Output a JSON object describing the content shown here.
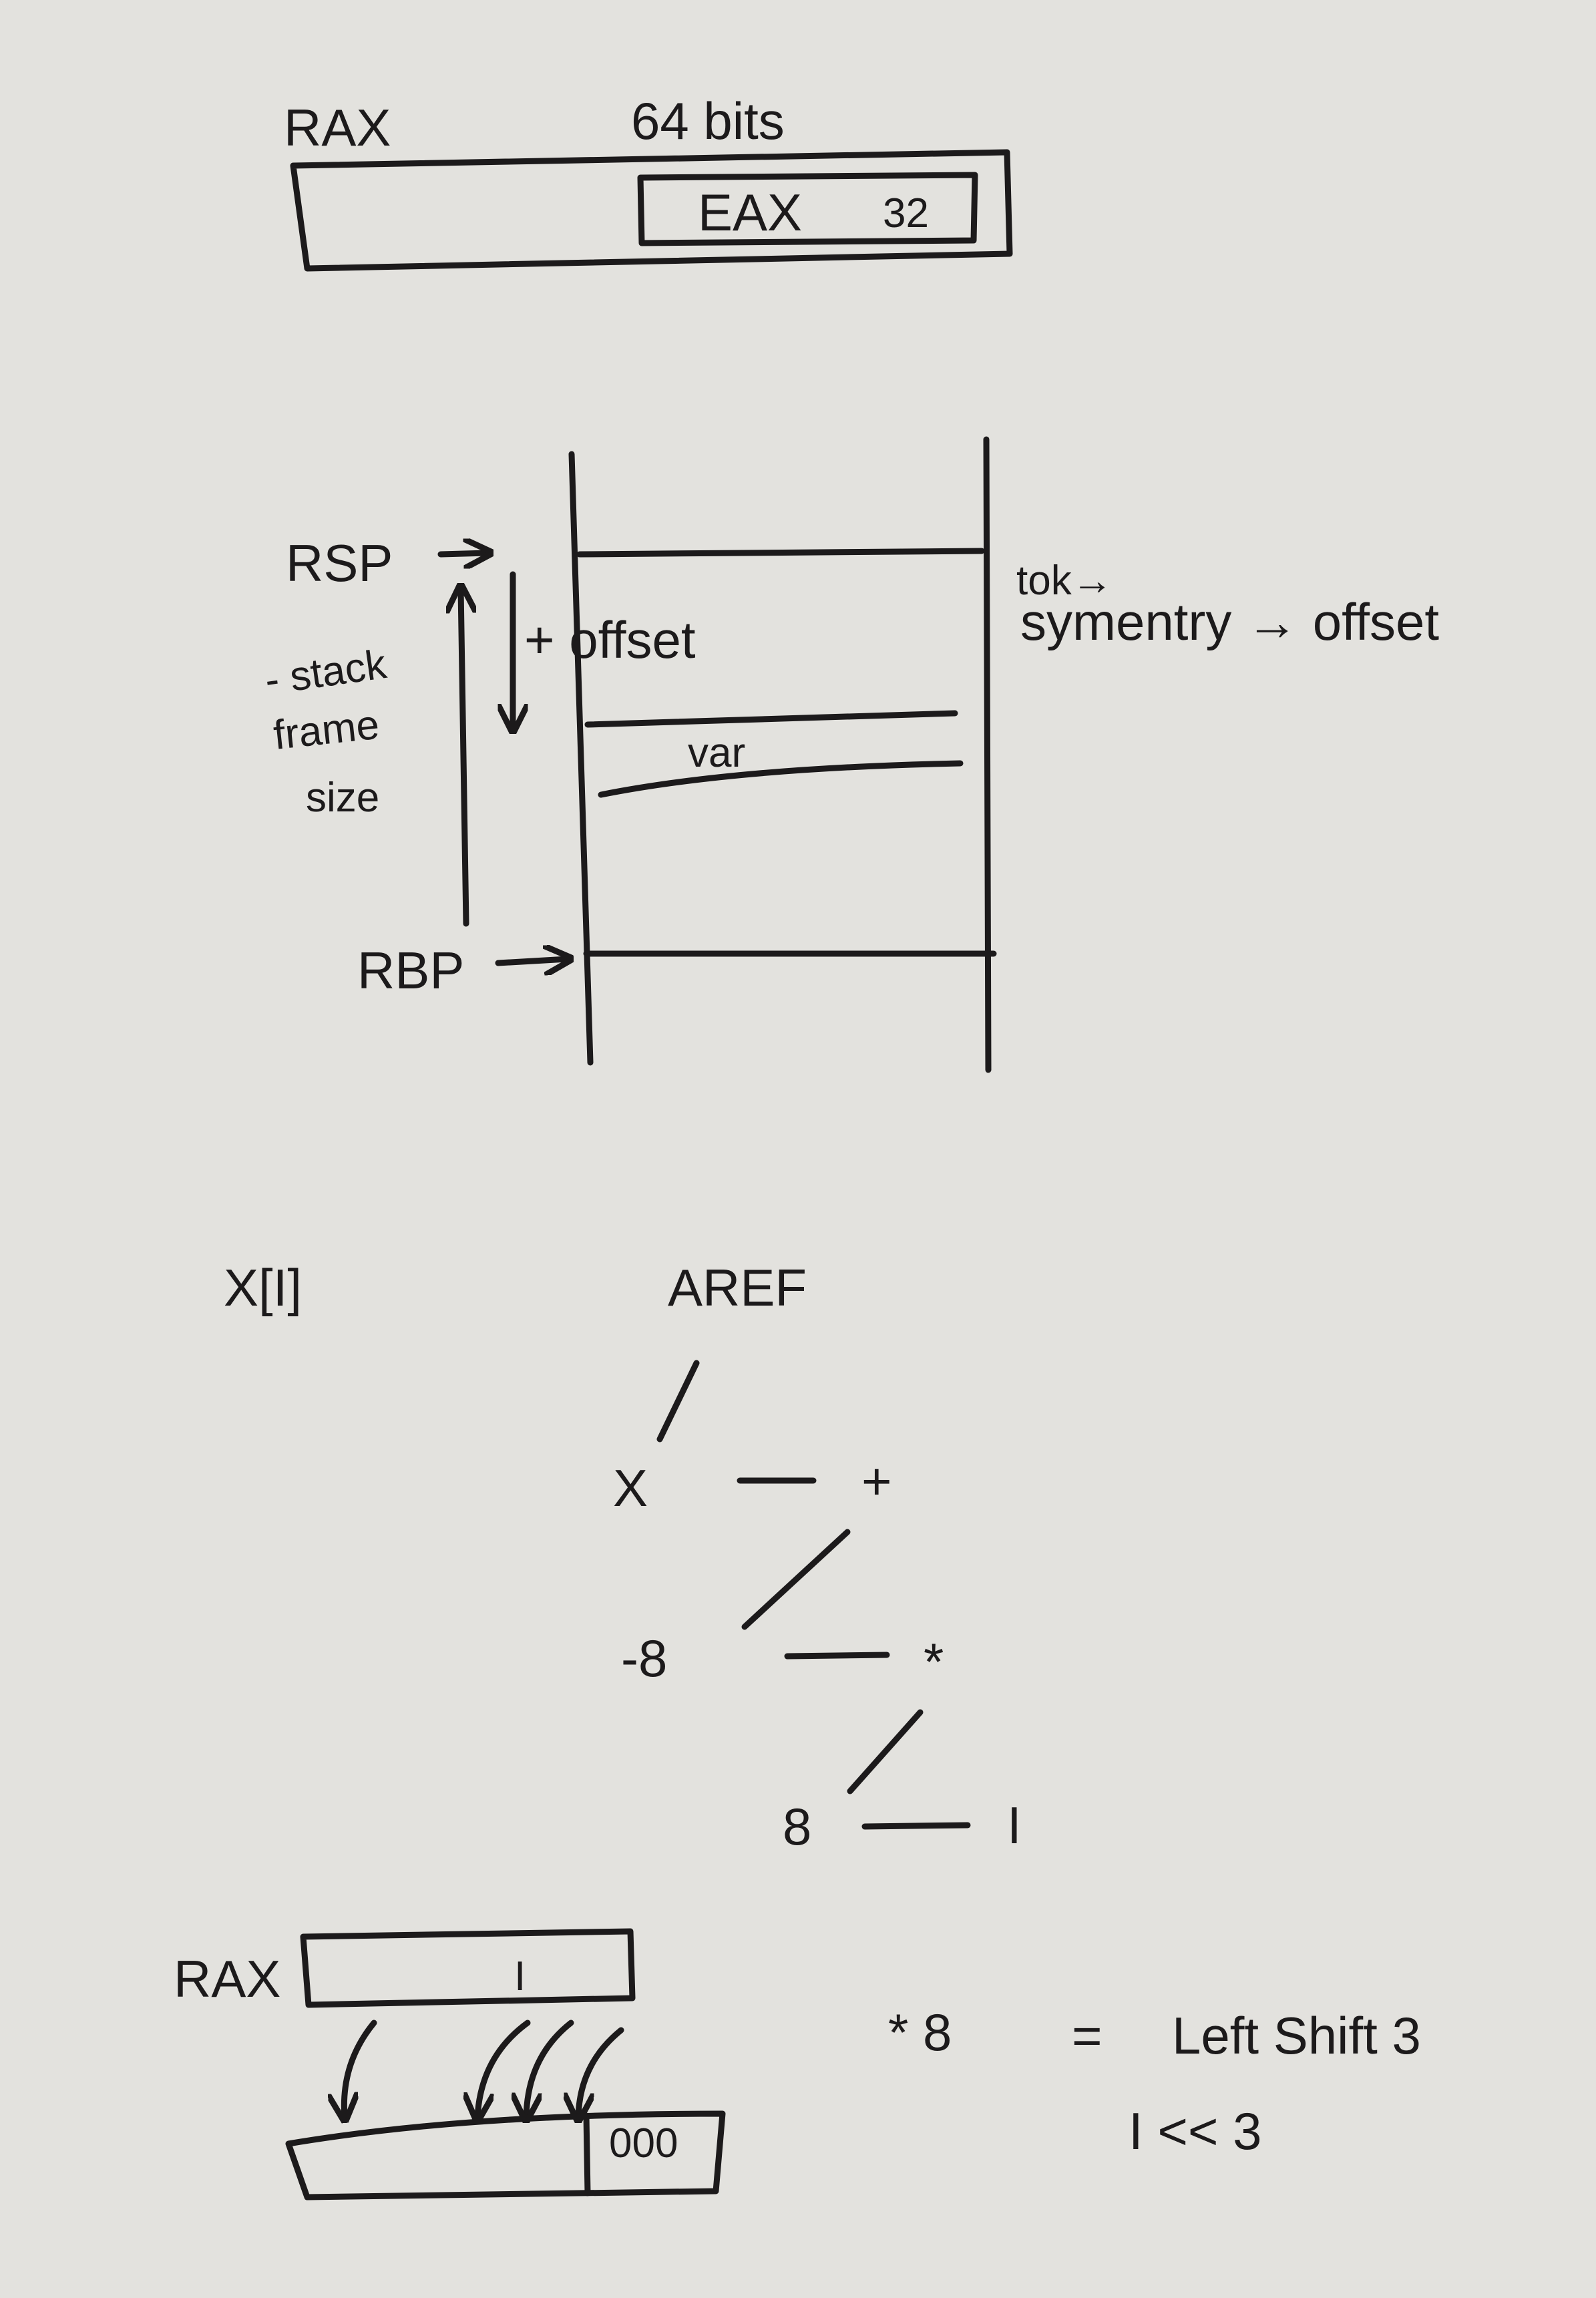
{
  "register_diagram": {
    "reg_label": "RAX",
    "width_label": "64 bits",
    "sub_reg_label": "EAX",
    "sub_reg_width": "32"
  },
  "stack_diagram": {
    "rsp_label": "RSP",
    "rbp_label": "RBP",
    "offset_label": "+ offset",
    "frame_label_line1": "- stack",
    "frame_label_line2": "frame",
    "frame_label_line3": "size",
    "var_label": "var",
    "note_line1": "tok→",
    "note_line2": "symentry → offset"
  },
  "tree_diagram": {
    "expression": "X[I]",
    "root": "AREF",
    "node_x": "X",
    "node_plus": "+",
    "node_minus8": "-8",
    "node_mul": "*",
    "node_8": "8",
    "node_i": "I"
  },
  "shift_diagram": {
    "reg_label": "RAX",
    "value_label": "I",
    "zeros_label": "000",
    "equation_left": "* 8",
    "equation_eq": "=",
    "equation_right": "Left Shift 3",
    "shift_expr": "I << 3"
  },
  "colors": {
    "paper": "#e3e2de",
    "ink": "#1c1a1b"
  }
}
